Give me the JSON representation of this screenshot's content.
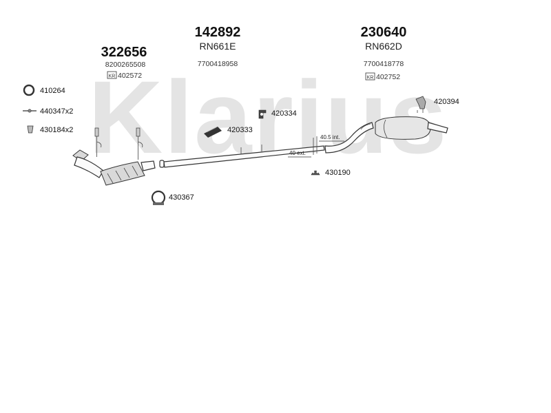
{
  "watermark": "Klarius",
  "exhaust_sections": [
    {
      "part_number": "322656",
      "ref": "",
      "oem": "8200265508",
      "kit_icon": "KR",
      "kit": "402572"
    },
    {
      "part_number": "142892",
      "ref": "RN661E",
      "oem": "7700418958",
      "kit_icon": "",
      "kit": ""
    },
    {
      "part_number": "230640",
      "ref": "RN662D",
      "oem": "7700418778",
      "kit_icon": "KR",
      "kit": "402752"
    }
  ],
  "accessories": [
    {
      "icon": "ring-gasket-icon",
      "label": "410264"
    },
    {
      "icon": "bolt-icon",
      "label": "440347x2"
    },
    {
      "icon": "spring-icon",
      "label": "430184x2"
    },
    {
      "icon": "rubber-mount-icon",
      "label": "420334"
    },
    {
      "icon": "heat-shield-icon",
      "label": "420333"
    },
    {
      "icon": "hanger-bracket-icon",
      "label": "420394"
    },
    {
      "icon": "rubber-hanger-icon",
      "label": "430190"
    },
    {
      "icon": "clamp-icon",
      "label": "430367"
    }
  ],
  "dimensions": {
    "internal": "40.5 int.",
    "external": "40 ext."
  }
}
